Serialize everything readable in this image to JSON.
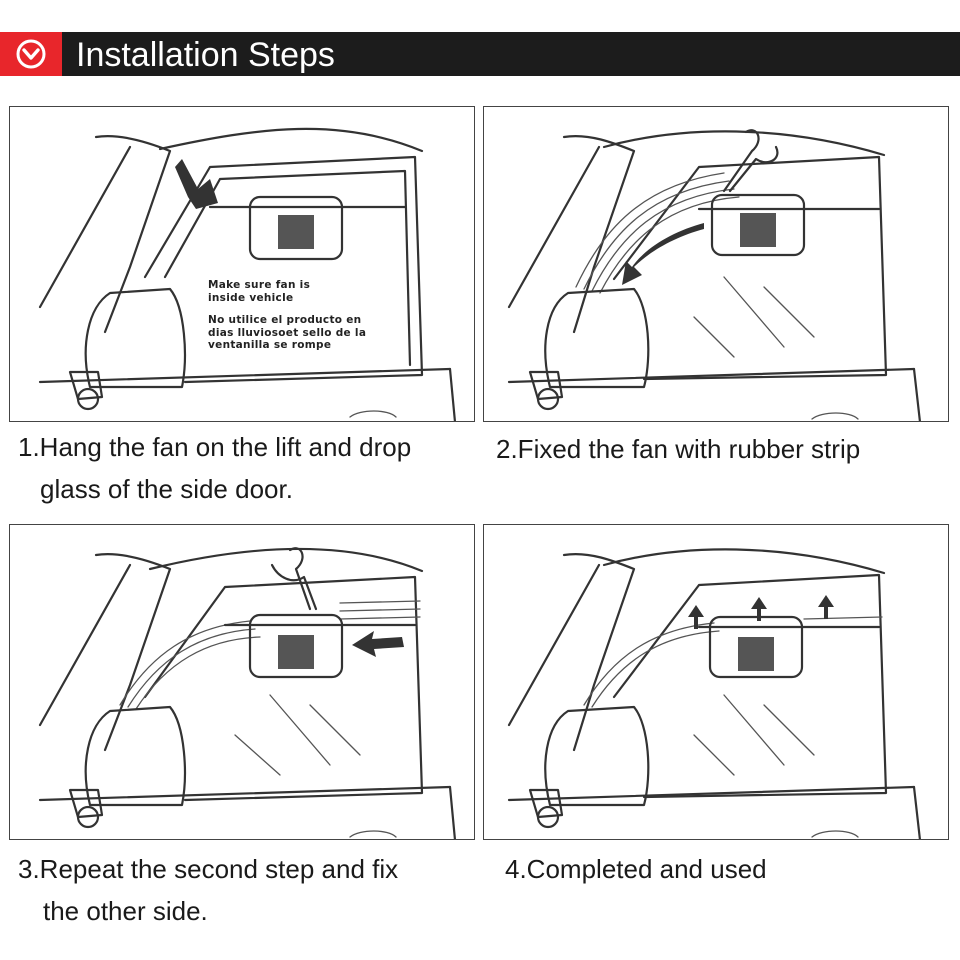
{
  "header": {
    "title": "Installation Steps",
    "badge_color": "#e8262b",
    "bar_color": "#1c1c1c",
    "badge_icon": "chevron-down-circle-icon"
  },
  "steps": [
    {
      "caption_line1": "1.Hang the fan on the lift and drop",
      "caption_line2": "glass of the side door.",
      "note_en_1": "Make sure fan is",
      "note_en_2": "inside vehicle",
      "note_es_1": "No utilice el producto en",
      "note_es_2": "dias lluviosoet sello de la",
      "note_es_3": "ventanilla se rompe"
    },
    {
      "caption_line1": "2.Fixed the fan with rubber strip",
      "caption_line2": ""
    },
    {
      "caption_line1": "3.Repeat the second step and fix",
      "caption_line2": "the other side."
    },
    {
      "caption_line1": "4.Completed and used",
      "caption_line2": ""
    }
  ]
}
